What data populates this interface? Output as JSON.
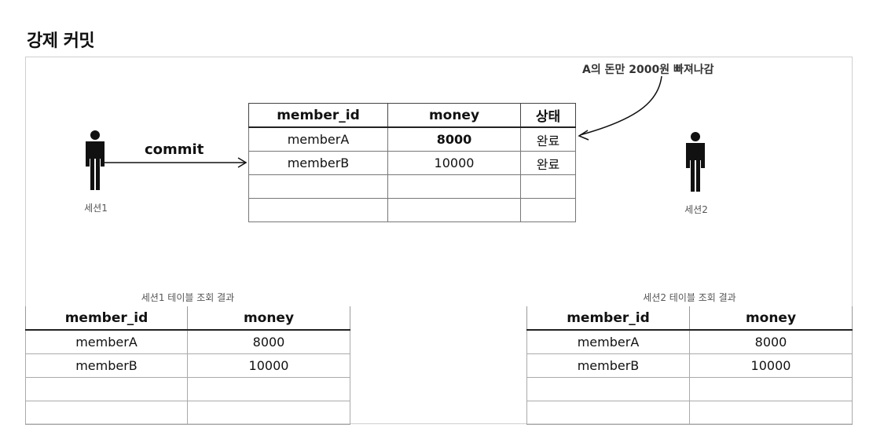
{
  "title": "강제 커밋",
  "note": "A의 돈만 2000원 빠져나감",
  "commit_label": "commit",
  "session1_label": "세션1",
  "session2_label": "세션2",
  "main_table": {
    "headers": [
      "member_id",
      "money",
      "상태"
    ],
    "rows": [
      [
        "memberA",
        "8000",
        "완료"
      ],
      [
        "memberB",
        "10000",
        "완료"
      ],
      [
        "",
        "",
        ""
      ],
      [
        "",
        "",
        ""
      ]
    ]
  },
  "result1": {
    "caption": "세션1 테이블 조회 결과",
    "headers": [
      "member_id",
      "money"
    ],
    "rows": [
      [
        "memberA",
        "8000"
      ],
      [
        "memberB",
        "10000"
      ],
      [
        "",
        ""
      ],
      [
        "",
        ""
      ]
    ]
  },
  "result2": {
    "caption": "세션2 테이블 조회 결과",
    "headers": [
      "member_id",
      "money"
    ],
    "rows": [
      [
        "memberA",
        "8000"
      ],
      [
        "memberB",
        "10000"
      ],
      [
        "",
        ""
      ],
      [
        "",
        ""
      ]
    ]
  }
}
